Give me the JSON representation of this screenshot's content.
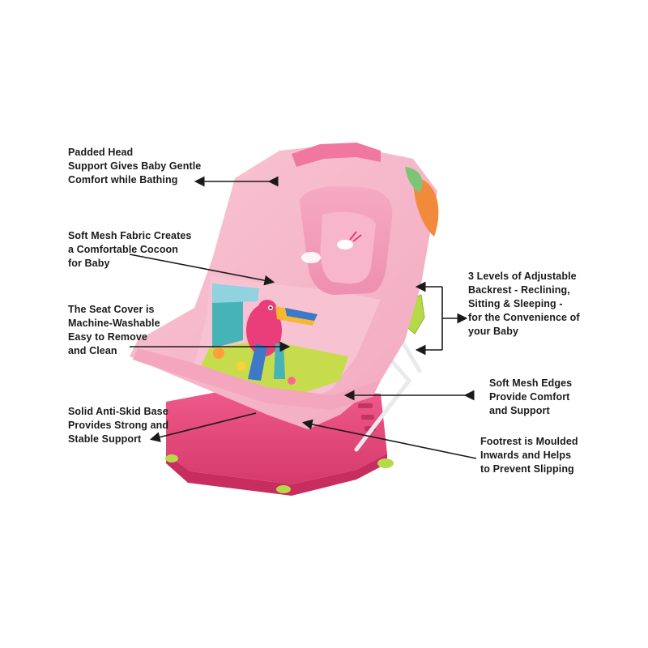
{
  "callouts": {
    "head_support": "Padded Head\nSupport Gives Baby Gentle\nComfort while Bathing",
    "mesh_fabric": "Soft Mesh Fabric Creates\na Comfortable Cocoon\nfor Baby",
    "seat_cover": "The Seat Cover is\nMachine-Washable\nEasy to Remove\nand Clean",
    "anti_skid": "Solid Anti-Skid Base\nProvides Strong and\nStable Support",
    "backrest": "3 Levels of Adjustable\nBackrest - Reclining,\nSitting & Sleeping -\nfor the Convenience of\nyour Baby",
    "mesh_edges": "Soft Mesh Edges\nProvide Comfort\nand Support",
    "footrest": "Footrest is Moulded\nInwards and Helps\nto Prevent Slipping"
  },
  "colors": {
    "background": "#ffffff",
    "base": "#e8457a",
    "base_dark": "#c92d62",
    "mesh": "#f6b9cb",
    "pillow": "#f29bb9",
    "accent_green": "#b6d94a",
    "arrow": "#1a1a1a"
  }
}
